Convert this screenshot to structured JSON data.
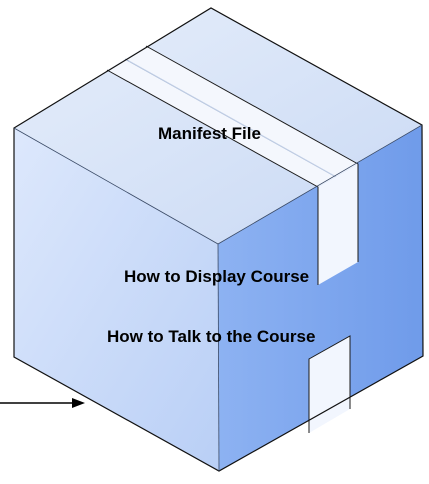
{
  "diagram": {
    "labels": {
      "manifest": "Manifest File",
      "display": "How to Display Course",
      "talk": "How to Talk to the Course"
    },
    "colors": {
      "top_face": "#dbe6f8",
      "left_face": "#ccdcfa",
      "right_face": "#7fa7ef",
      "tape": "#f2f6fe",
      "outline": "#111111",
      "arrow": "#000000"
    }
  }
}
